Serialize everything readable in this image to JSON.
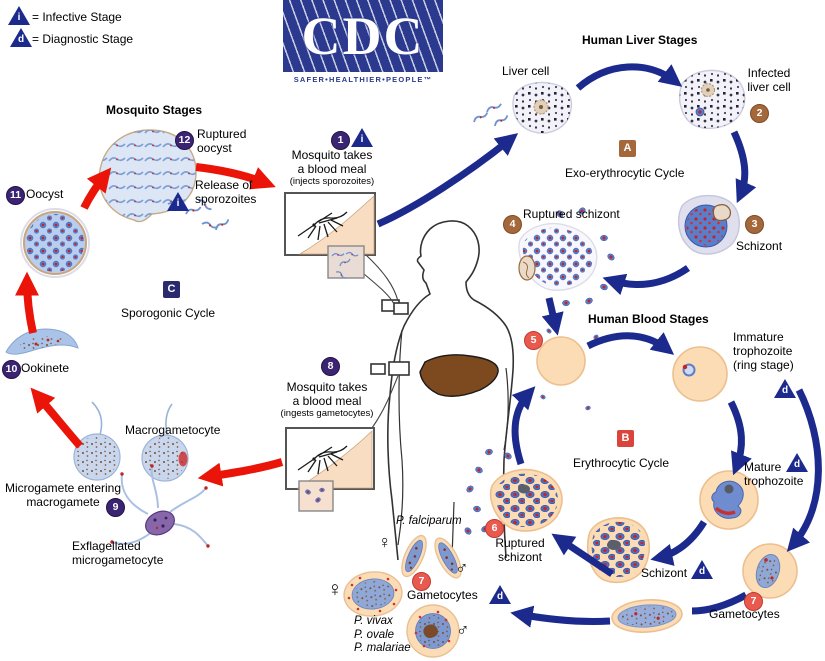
{
  "legend": {
    "infective": "= Infective Stage",
    "diagnostic": "= Diagnostic Stage"
  },
  "marks": {
    "i": "i",
    "d": "d"
  },
  "logo": {
    "name": "CDC",
    "tagline": "SAFER•HEALTHIER•PEOPLE™"
  },
  "headings": {
    "mosquito": "Mosquito Stages",
    "liver": "Human Liver Stages",
    "blood": "Human Blood Stages"
  },
  "cycles": {
    "a": "A",
    "a_label": "Exo-erythrocytic Cycle",
    "b": "B",
    "b_label": "Erythrocytic Cycle",
    "c": "C",
    "c_label": "Sporogonic Cycle"
  },
  "badges": {
    "n1": "1",
    "n2": "2",
    "n3": "3",
    "n4": "4",
    "n5": "5",
    "n6": "6",
    "n7": "7",
    "n8": "8",
    "n9": "9",
    "n10": "10",
    "n11": "11",
    "n12": "12"
  },
  "stage1": {
    "l1": "Mosquito takes",
    "l2": "a blood meal",
    "sub": "(injects sporozoites)"
  },
  "stage8": {
    "l1": "Mosquito takes",
    "l2": "a blood meal",
    "sub": "(ingests gametocytes)"
  },
  "labels": {
    "liver_cell": "Liver cell",
    "infected_l1": "Infected",
    "infected_l2": "liver cell",
    "ruptured_schizont4": "Ruptured schizont",
    "schizont3": "Schizont",
    "immature_l1": "Immature",
    "immature_l2": "trophozoite",
    "immature_l3": "(ring stage)",
    "mature_l1": "Mature",
    "mature_l2": "trophozoite",
    "schizont_blood": "Schizont",
    "gametocytes_right": "Gametocytes",
    "ruptured6_l1": "Ruptured",
    "ruptured6_l2": "schizont",
    "gametocytes_center": "Gametocytes",
    "macrogametocyte": "Macrogametocyte",
    "microgamete_l1": "Microgamete entering",
    "microgamete_l2": "macrogamete",
    "exflag_l1": "Exflagellated",
    "exflag_l2": "microgametocyte",
    "oocyst": "Oocyst",
    "ookinete": "Ookinete",
    "ruptured_oocyst_l1": "Ruptured",
    "ruptured_oocyst_l2": "oocyst",
    "release_l1": "Release of",
    "release_l2": "sporozoites"
  },
  "species": {
    "falciparum": "P. falciparum",
    "vivax": "P. vivax",
    "ovale": "P. ovale",
    "malariae": "P. malariae"
  },
  "symbols": {
    "female": "♀",
    "male": "♂"
  },
  "colors": {
    "arrow_blue": "#1b2a8c",
    "arrow_red": "#ea1508",
    "badge_purple": "#3b2472",
    "badge_brown": "#a5683a",
    "badge_red": "#e85a4e",
    "cdc_blue": "#2b3a8f",
    "cell_peach": "#fbdcb4",
    "parasite_blue": "#5b7ecb"
  }
}
